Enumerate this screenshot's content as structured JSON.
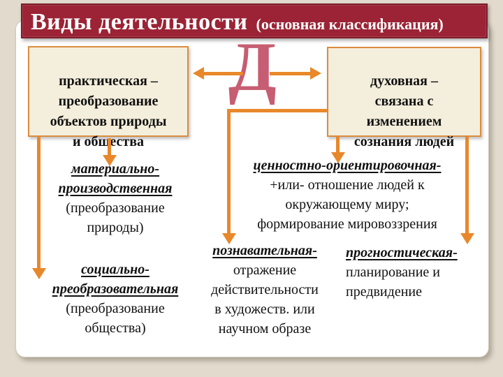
{
  "slide": {
    "title": {
      "main": "Виды деятельности",
      "sub": "(основная классификация)"
    },
    "center_letter": "Д",
    "top_boxes": {
      "practical": "практическая –\nпреобразование\nобъектов природы\nи общества",
      "spiritual": "духовная –\nсвязана с\nизменением\nсознания людей"
    },
    "branches": {
      "material": {
        "term": "материально-\nпроизводственная",
        "desc": "(преобразование\nприроды)"
      },
      "social": {
        "term": "социально-\nпреобразовательная",
        "desc": "(преобразование\nобщества)"
      },
      "value_orientation": {
        "term": "ценностно-ориентировочная-",
        "desc": "+или- отношение людей к\nокружающему миру;\nформирование мировоззрения"
      },
      "cognitive": {
        "term": "познавательная-",
        "desc": "отражение\nдействительности\nв художеств. или\nнаучном образе"
      },
      "prognostic": {
        "term": "прогностическая-",
        "desc": "планирование и\nпредвидение"
      }
    },
    "colors": {
      "title_bg": "#9b2335",
      "box_bg": "#f4eedc",
      "box_border": "#db8c3f",
      "arrow": "#e8882b",
      "center_letter": "#c75d72",
      "page_bg": "#e2dbcd"
    }
  }
}
